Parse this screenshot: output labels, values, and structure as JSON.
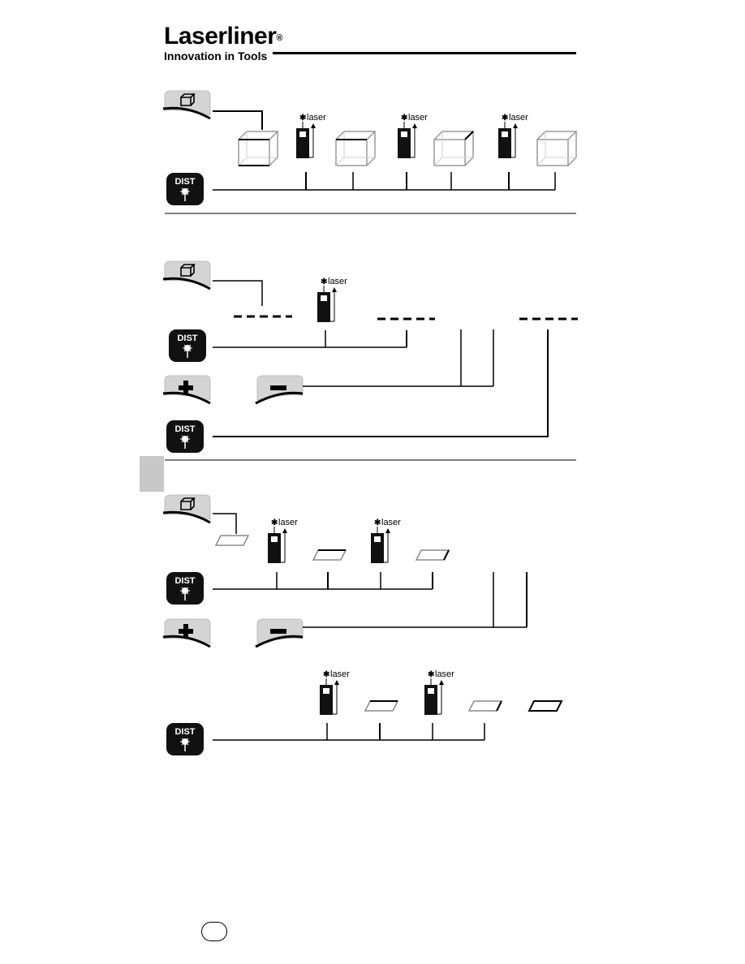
{
  "brand": {
    "name": "Laserliner",
    "registered": "®",
    "tagline": "Innovation in Tools"
  },
  "labels": {
    "dist": "DIST",
    "laser": "laser",
    "laser_mark": "✱",
    "plus": "+",
    "minus": "−"
  },
  "colors": {
    "panel_gray": "#c8c8c8",
    "key_black": "#111111",
    "outline_gray": "#9a9a9a"
  },
  "icons": {
    "function_key": "measure-mode-key-icon",
    "dist_key": "dist-key-icon",
    "plus_key": "plus-key-icon",
    "minus_key": "minus-key-icon",
    "device": "laser-meter-icon",
    "volume": "box-outline-icon",
    "area": "parallelogram-icon",
    "distance": "dashed-line-icon"
  }
}
